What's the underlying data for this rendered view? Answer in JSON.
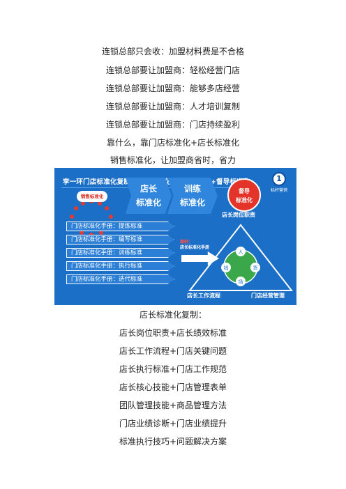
{
  "text_top": [
    "连锁总部只会收：加盟材料费是不合格",
    "连锁总部要让加盟商：轻松经营门店",
    "连锁总部要让加盟商：能够多店经营",
    "连锁总部要让加盟商：人才培训复制",
    "连锁总部要让加盟商：门店持续盈利",
    "靠什么，靠门店标准化+店长标准化",
    "销售标准化，让加盟商省时，省力"
  ],
  "infographic": {
    "title": "李一环门店标准化复制：店长标准化+销售标准化+督导标准化",
    "logo_text": "标杆营销",
    "logo_mark": "1",
    "sales_center": "销售标准化",
    "chevrons": [
      {
        "line1": "店长",
        "line2": "标准化"
      },
      {
        "line1": "训练",
        "line2": "标准化"
      }
    ],
    "supervise": {
      "line1": "督导",
      "line2": "标准化"
    },
    "manuals": [
      "门店标准化手册：提炼标准",
      "门店标准化手册：编写标准",
      "门店标准化手册：训练标准",
      "门店标准化手册：执行标准",
      "门店标准化手册：迭代标准"
    ],
    "case_label": "案例：",
    "case_text": "店长标准化手册",
    "triangle": {
      "top": "店长岗位职责",
      "bottom_left": "店长工作流程",
      "bottom_right": "门店经营管理",
      "nodes": [
        "人",
        "钱",
        "货",
        "场"
      ]
    },
    "colors": {
      "bg": "#1c6fc7",
      "accent_red": "#e4342a",
      "green": "#3aa84a"
    }
  },
  "text_bottom": [
    "店长标准化复制：",
    "店长岗位职责+店长绩效标准",
    "店长工作流程+门店关键问题",
    "店长执行标准+门店工作规范",
    "店长核心技能+门店管理表单",
    "团队管理技能+商品管理方法",
    "门店业绩诊断+门店业绩提升",
    "标准执行技巧+问题解决方案"
  ]
}
